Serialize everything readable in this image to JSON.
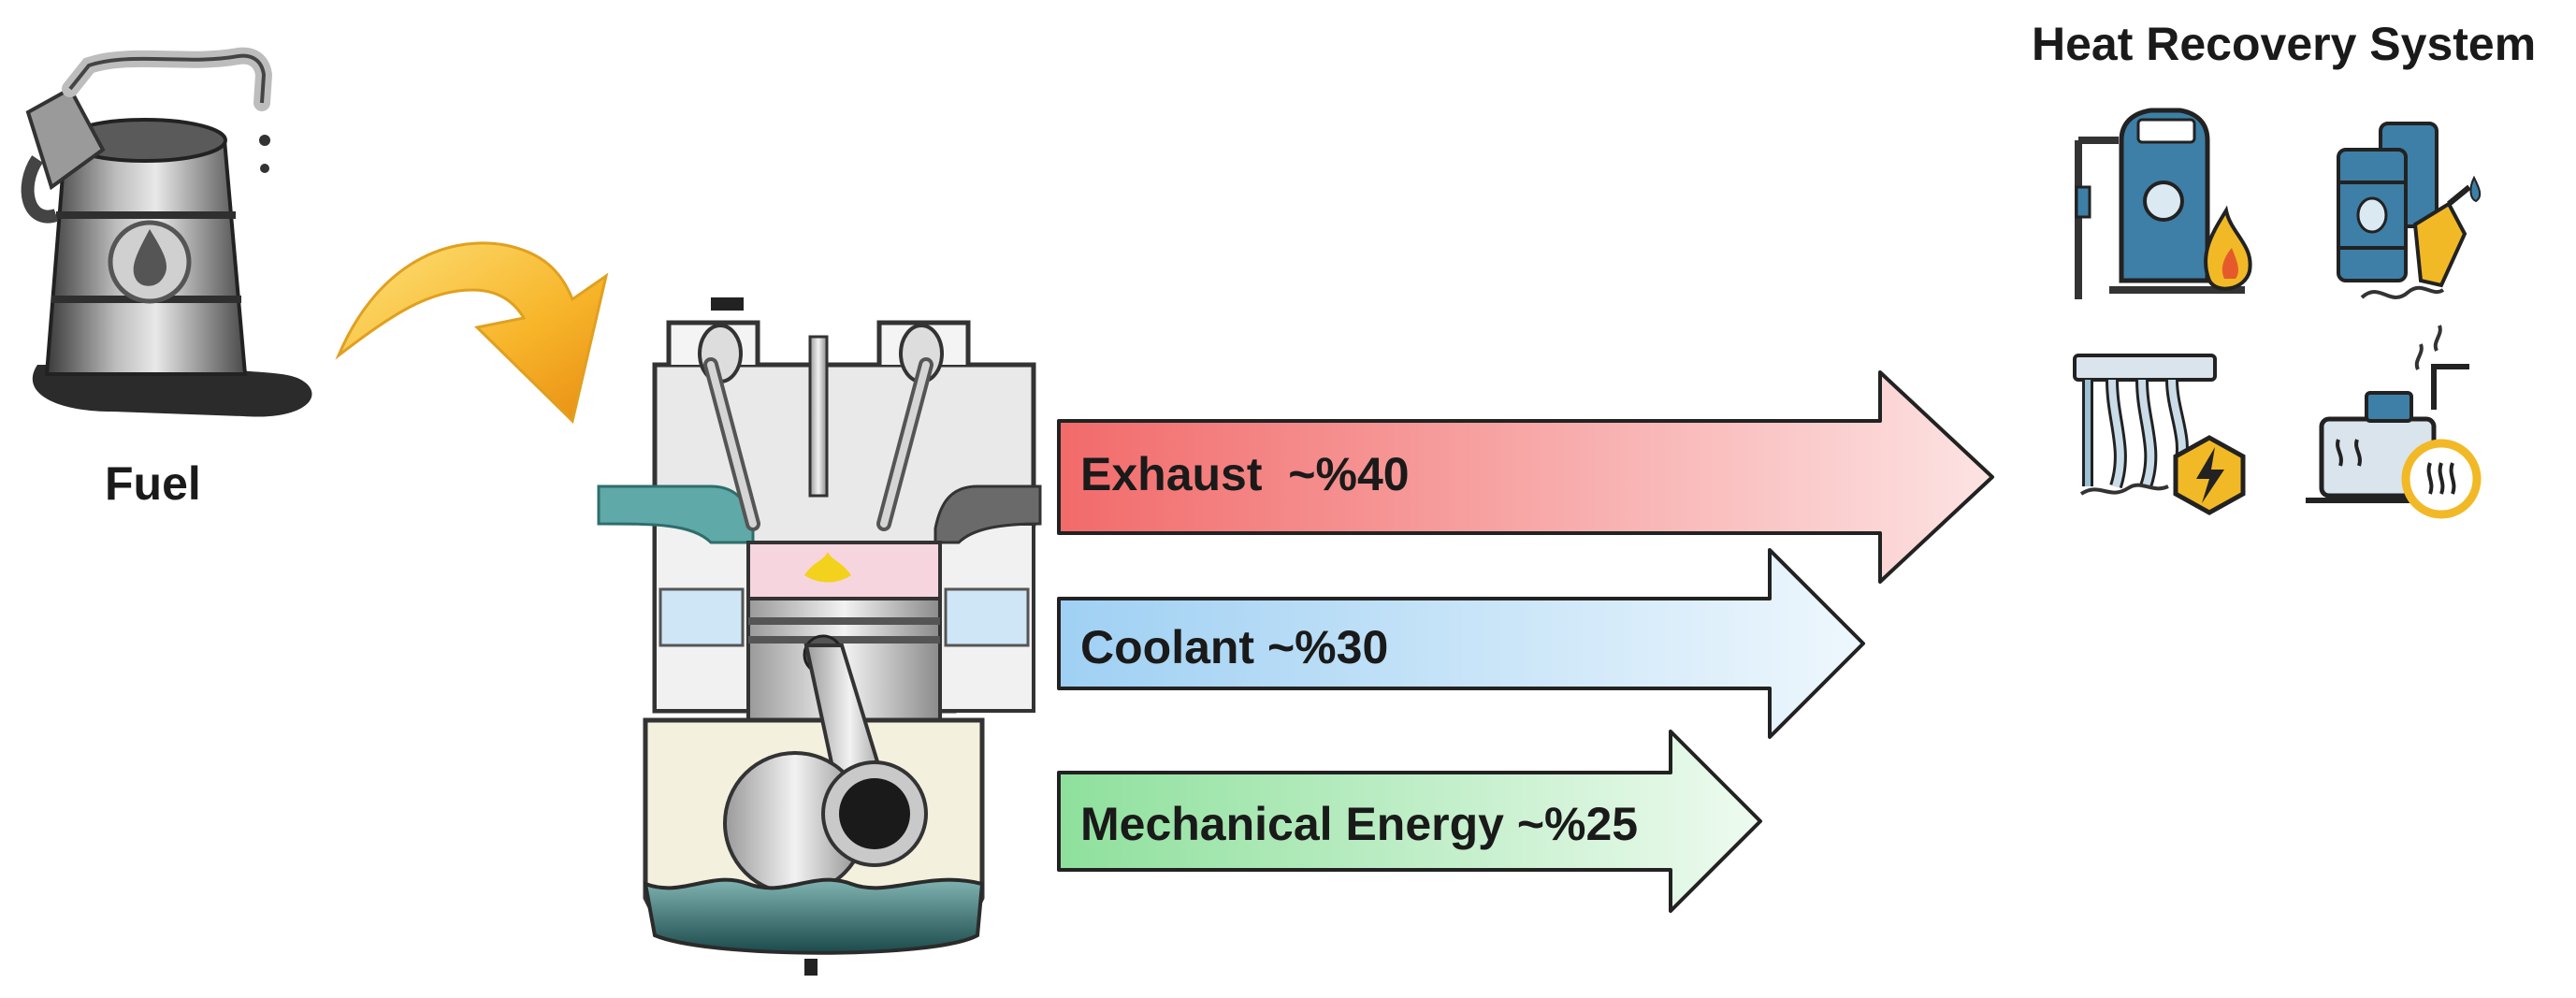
{
  "fuel": {
    "label": "Fuel",
    "icon": "fuel-barrel-icon"
  },
  "engine": {
    "icon": "engine-cross-section-icon"
  },
  "heat_recovery": {
    "title": "Heat Recovery System",
    "icons": [
      "boiler-flame-icon",
      "barrels-fuel-nozzle-icon",
      "radiator-power-icon",
      "machinery-heat-cycle-icon"
    ]
  },
  "flows": [
    {
      "label": "Exhaust  ~%40",
      "share_percent": 40,
      "color": "#f7a1a1"
    },
    {
      "label": "Coolant ~%30",
      "share_percent": 30,
      "color": "#b7dcf6"
    },
    {
      "label": "Mechanical Energy ~%25",
      "share_percent": 25,
      "color": "#b4ebbd"
    }
  ],
  "colors": {
    "feed_arrow": "#f7b52a",
    "icon_blue": "#3d7fa6",
    "icon_yellow": "#f2b927"
  }
}
